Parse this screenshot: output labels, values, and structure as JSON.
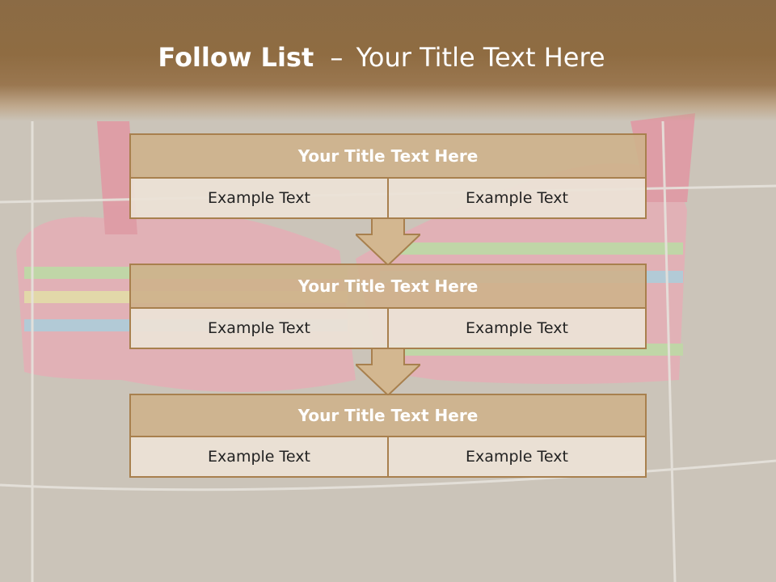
{
  "slide": {
    "title_bold": "Follow List",
    "title_separator": "–",
    "title_rest": "Your Title Text Here"
  },
  "blocks": [
    {
      "title": "Your Title Text Here",
      "left": "Example Text",
      "right": "Example Text"
    },
    {
      "title": "Your Title Text Here",
      "left": "Example Text",
      "right": "Example Text"
    },
    {
      "title": "Your Title Text Here",
      "left": "Example Text",
      "right": "Example Text"
    }
  ],
  "colors": {
    "header": "#8b6b45",
    "block_title_fill": "#ceb28c",
    "block_border": "#a8804e",
    "cell_fill": "#ece2d6",
    "arrow_fill": "#d3b790"
  }
}
